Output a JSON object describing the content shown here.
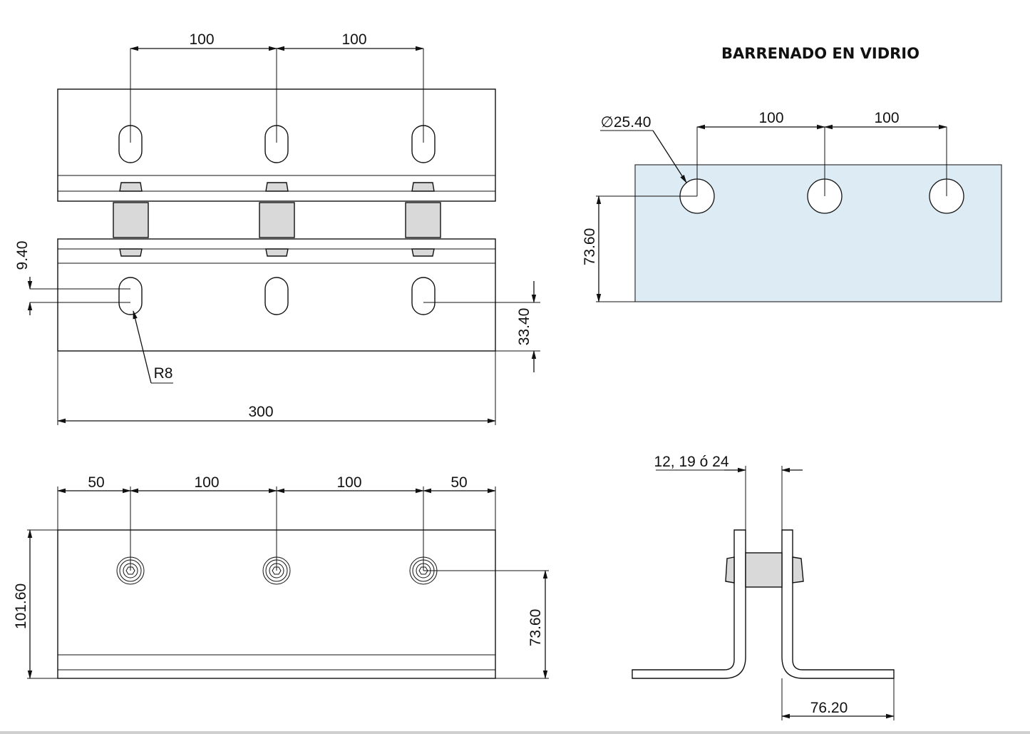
{
  "title": "BARRENADO EN VIDRIO",
  "top_view": {
    "dim_top_1": "100",
    "dim_top_2": "100",
    "dim_slot_offset": "9.40",
    "dim_slot_edge": "33.40",
    "dim_radius": "R8",
    "dim_length": "300"
  },
  "glass_view": {
    "dim_diameter": "∅25.40",
    "dim_top_1": "100",
    "dim_top_2": "100",
    "dim_height": "73.60"
  },
  "front_view": {
    "dim_left": "50",
    "dim_mid_1": "100",
    "dim_mid_2": "100",
    "dim_right": "50",
    "dim_height": "101.60",
    "dim_hole_height": "73.60"
  },
  "side_view": {
    "dim_thickness": "12, 19 ó 24",
    "dim_leg": "76.20"
  }
}
